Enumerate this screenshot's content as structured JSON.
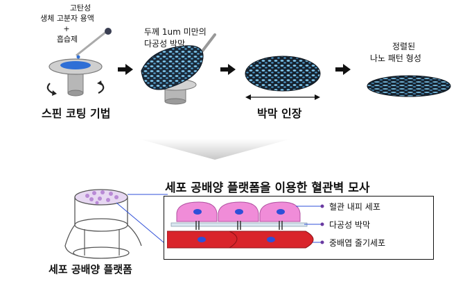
{
  "step1": {
    "solution_lines": [
      "고탄성",
      "생체 고분자 용액",
      "+",
      "흡습제"
    ],
    "caption": "스핀 코팅 기법"
  },
  "step2": {
    "lines": [
      "두께 1um 미만의",
      "다공성 박막"
    ]
  },
  "step3": {
    "caption": "박막 인장"
  },
  "step4": {
    "lines": [
      "정렬된",
      "나노 패턴 형성"
    ]
  },
  "bottom": {
    "title": "세포 공배양 플랫폼을 이용한 혈관벽 모사",
    "platform_caption": "세포 공배양 플랫폼",
    "legend": [
      "혈관 내피 세포",
      "다공성 박막",
      "중배엽 줄기세포"
    ]
  },
  "colors": {
    "arrow": "#111111",
    "blue": "#2f6fd6",
    "membrane_dark": "#1a2a3a",
    "membrane_pore": "#7fc8ef",
    "endothelial": "#f08cd8",
    "stem_cell": "#d9242b",
    "nucleus": "#2f4fd8",
    "legend_dot": "#6a3aa0"
  }
}
